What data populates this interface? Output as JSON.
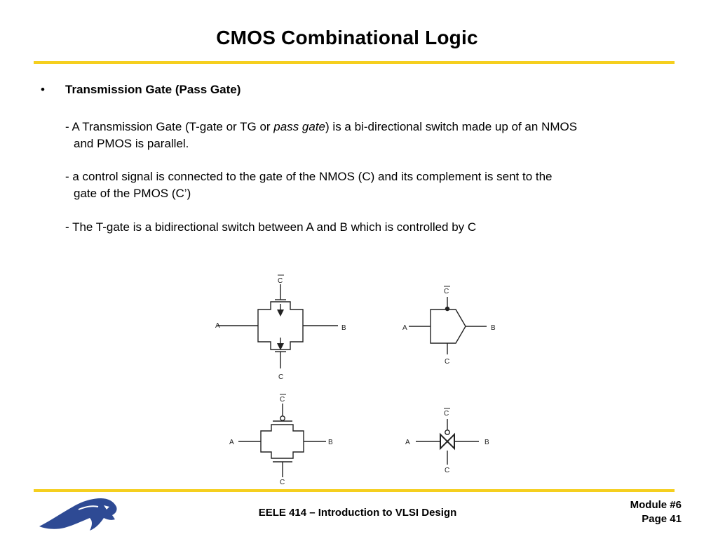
{
  "slide": {
    "title": "CMOS Combinational Logic",
    "bullet": {
      "marker": "•",
      "heading": "Transmission Gate (Pass Gate)"
    },
    "paragraphs": {
      "p1_pre": "- A Transmission Gate (T-gate or TG or ",
      "p1_em": "pass gate",
      "p1_post": ") is a bi-directional switch made up of an NMOS",
      "p1_line2": "and PMOS is parallel.",
      "p2_line1": "- a control signal is connected to the gate of the NMOS (C) and its complement is sent to the",
      "p2_line2": "gate of the PMOS (C’)",
      "p3_line1": "- The T-gate is a bidirectional switch between A and B which is controlled by C"
    }
  },
  "diagram": {
    "label_a": "A",
    "label_b": "B",
    "label_c": "C",
    "label_cbar": "C"
  },
  "footer": {
    "course": "EELE 414 – Introduction to VLSI Design",
    "module": "Module #6",
    "page": "Page 41"
  },
  "colors": {
    "rule": "#f5cf1e",
    "logo": "#2e4a94"
  }
}
